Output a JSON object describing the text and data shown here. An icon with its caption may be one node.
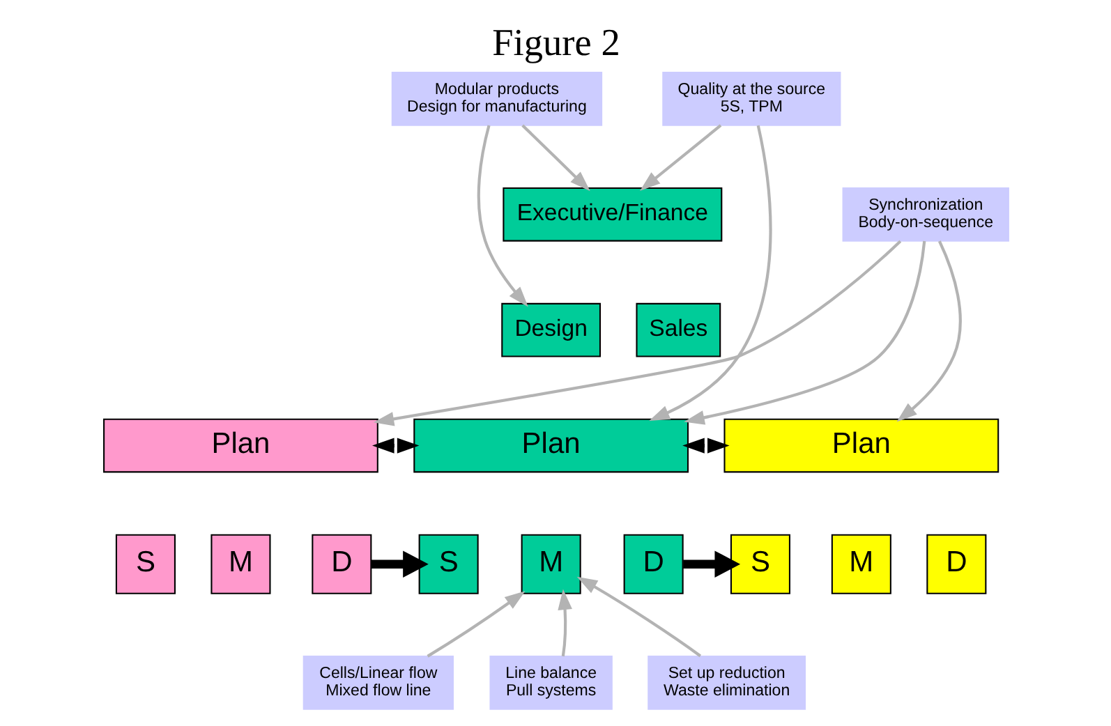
{
  "diagram": {
    "title": "Figure 2",
    "nodes": [
      {
        "text": [
          "Modular products",
          "Design for manufacturing"
        ]
      },
      {
        "text": [
          "Executive/Finance"
        ]
      },
      {
        "text": [
          "Design"
        ]
      },
      {
        "text": [
          "Sales"
        ]
      },
      {
        "text": [
          "Synchronization",
          "Body-on-sequence"
        ]
      },
      {
        "text": [
          "Quality at the source",
          "5S, TPM"
        ]
      },
      {
        "text": [
          "Plan"
        ]
      },
      {
        "text": [
          "Plan"
        ]
      },
      {
        "text": [
          "Plan"
        ]
      },
      {
        "text": [
          "S"
        ]
      },
      {
        "text": [
          "M"
        ]
      },
      {
        "text": [
          "D"
        ]
      },
      {
        "text": [
          "S"
        ]
      },
      {
        "text": [
          "M"
        ]
      },
      {
        "text": [
          "D"
        ]
      },
      {
        "text": [
          "S"
        ]
      },
      {
        "text": [
          "M"
        ]
      },
      {
        "text": [
          "D"
        ]
      },
      {
        "text": [
          "Cells/Linear flow",
          "Mixed flow line"
        ]
      },
      {
        "text": [
          "Line balance",
          "Pull systems"
        ]
      },
      {
        "text": [
          "Set up reduction",
          "Waste elimination"
        ]
      }
    ],
    "edges": [
      {
        "from": 0,
        "to": 1,
        "arrow": "to"
      },
      {
        "from": 0,
        "to": 2,
        "arrow": "to"
      },
      {
        "from": 5,
        "to": 1,
        "arrow": "to"
      },
      {
        "from": 5,
        "to": 7,
        "arrow": "to"
      },
      {
        "from": 4,
        "to": 6,
        "arrow": "to"
      },
      {
        "from": 4,
        "to": 7,
        "arrow": "to"
      },
      {
        "from": 4,
        "to": 8,
        "arrow": "to"
      },
      {
        "from": 6,
        "to": 7,
        "arrow": "both",
        "style": "dashed",
        "color": "#000000"
      },
      {
        "from": 7,
        "to": 8,
        "arrow": "both",
        "style": "dashed",
        "color": "#000000"
      },
      {
        "from": 11,
        "to": 12,
        "arrow": "to",
        "style": "thick",
        "color": "#000000"
      },
      {
        "from": 14,
        "to": 15,
        "arrow": "to",
        "style": "thick",
        "color": "#000000"
      },
      {
        "from": 18,
        "to": 13,
        "arrow": "to"
      },
      {
        "from": 19,
        "to": 13,
        "arrow": "to"
      },
      {
        "from": 20,
        "to": 13,
        "arrow": "to"
      }
    ]
  }
}
